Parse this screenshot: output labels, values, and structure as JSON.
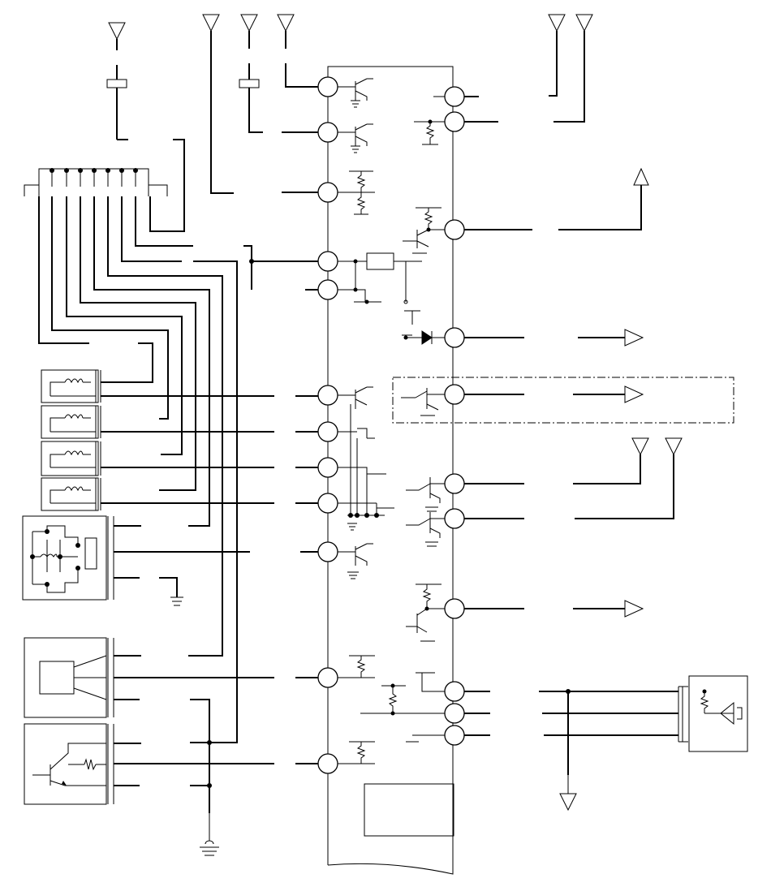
{
  "diagram": {
    "title": "",
    "colors": {
      "line": "#000000",
      "background": "#ffffff"
    },
    "symbols": [
      "antenna-terminal",
      "ground",
      "chassis-ground",
      "resistor",
      "transistor",
      "diode",
      "relay-coil",
      "connector",
      "output-arrow",
      "fuse",
      "sensor"
    ],
    "text_labels": []
  }
}
